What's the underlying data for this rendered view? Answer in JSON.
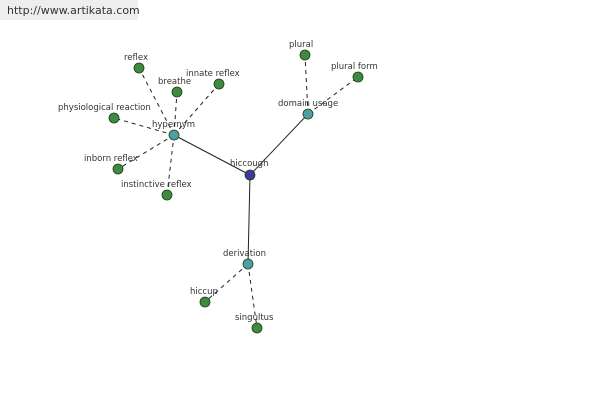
{
  "banner": {
    "url": "http://www.artikata.com"
  },
  "graph": {
    "colors": {
      "center": "#3b3b9b",
      "hub": "#4f9ea3",
      "leaf": "#3e8a3e",
      "edge": "#222222"
    },
    "nodes": [
      {
        "id": "hiccough",
        "label": "hiccough",
        "kind": "center"
      },
      {
        "id": "hypernym",
        "label": "hypernym",
        "kind": "hub"
      },
      {
        "id": "domain_usage",
        "label": "domain usage",
        "kind": "hub"
      },
      {
        "id": "derivation",
        "label": "derivation",
        "kind": "hub"
      },
      {
        "id": "reflex",
        "label": "reflex",
        "kind": "leaf"
      },
      {
        "id": "breathe",
        "label": "breathe",
        "kind": "leaf"
      },
      {
        "id": "innate_reflex",
        "label": "innate reflex",
        "kind": "leaf"
      },
      {
        "id": "physiological_reaction",
        "label": "physiological reaction",
        "kind": "leaf"
      },
      {
        "id": "inborn_reflex",
        "label": "inborn reflex",
        "kind": "leaf"
      },
      {
        "id": "instinctive_reflex",
        "label": "instinctive reflex",
        "kind": "leaf"
      },
      {
        "id": "plural",
        "label": "plural",
        "kind": "leaf"
      },
      {
        "id": "plural_form",
        "label": "plural form",
        "kind": "leaf"
      },
      {
        "id": "hiccup",
        "label": "hiccup",
        "kind": "leaf"
      },
      {
        "id": "singultus",
        "label": "singultus",
        "kind": "leaf"
      }
    ],
    "edges": [
      {
        "from": "hiccough",
        "to": "hypernym",
        "style": "solid"
      },
      {
        "from": "hiccough",
        "to": "domain_usage",
        "style": "solid"
      },
      {
        "from": "hiccough",
        "to": "derivation",
        "style": "solid"
      },
      {
        "from": "hypernym",
        "to": "reflex",
        "style": "dashed"
      },
      {
        "from": "hypernym",
        "to": "breathe",
        "style": "dashed"
      },
      {
        "from": "hypernym",
        "to": "innate_reflex",
        "style": "dashed"
      },
      {
        "from": "hypernym",
        "to": "physiological_reaction",
        "style": "dashed"
      },
      {
        "from": "hypernym",
        "to": "inborn_reflex",
        "style": "dashed"
      },
      {
        "from": "hypernym",
        "to": "instinctive_reflex",
        "style": "dashed"
      },
      {
        "from": "domain_usage",
        "to": "plural",
        "style": "dashed"
      },
      {
        "from": "domain_usage",
        "to": "plural_form",
        "style": "dashed"
      },
      {
        "from": "derivation",
        "to": "hiccup",
        "style": "dashed"
      },
      {
        "from": "derivation",
        "to": "singultus",
        "style": "dashed"
      }
    ]
  }
}
